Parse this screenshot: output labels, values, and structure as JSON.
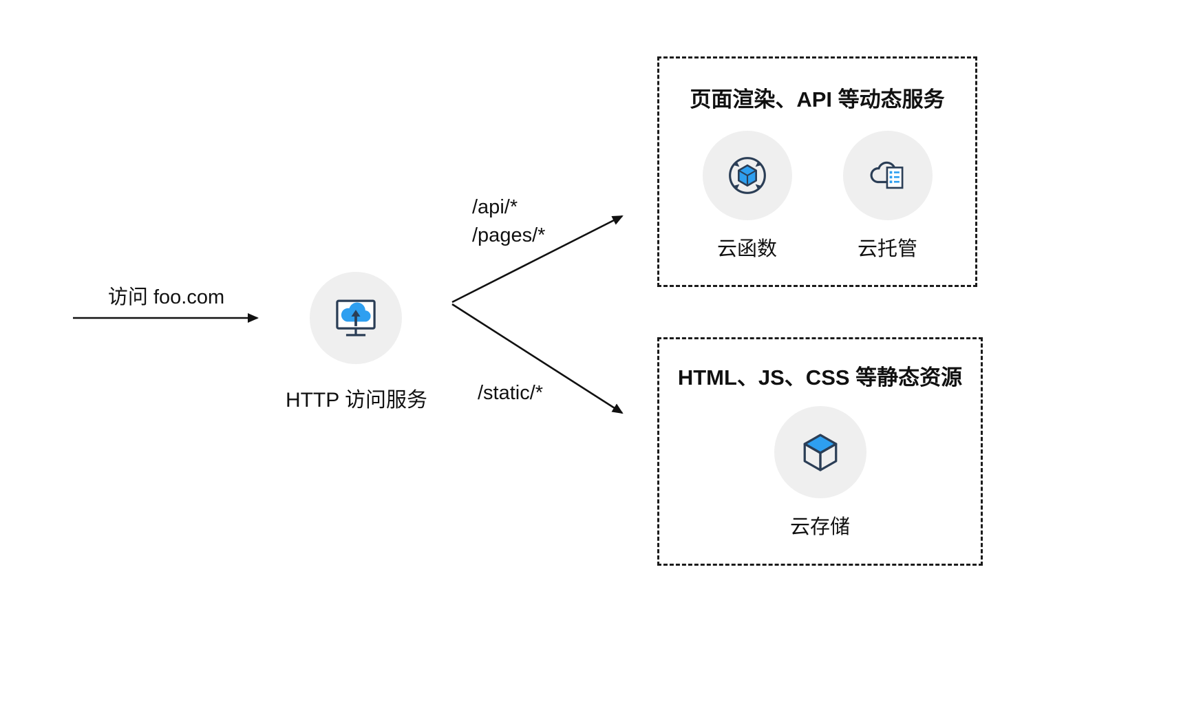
{
  "colors": {
    "accent_blue": "#2e9ff0",
    "icon_navy": "#2b3e56",
    "node_circle_bg": "#efefef",
    "line_color": "#111111",
    "box_border": "#1b1b1b"
  },
  "entry": {
    "label": "访问 foo.com"
  },
  "gateway": {
    "label": "HTTP 访问服务",
    "icon": "monitor-cloud-upload-icon"
  },
  "routes": {
    "api": "/api/*",
    "pages": "/pages/*",
    "static": "/static/*"
  },
  "dynamic_box": {
    "title": "页面渲染、API 等动态服务",
    "items": [
      {
        "label": "云函数",
        "icon": "cloud-function-icon"
      },
      {
        "label": "云托管",
        "icon": "cloud-hosting-icon"
      }
    ]
  },
  "static_box": {
    "title": "HTML、JS、CSS 等静态资源",
    "items": [
      {
        "label": "云存储",
        "icon": "cloud-storage-icon"
      }
    ]
  }
}
